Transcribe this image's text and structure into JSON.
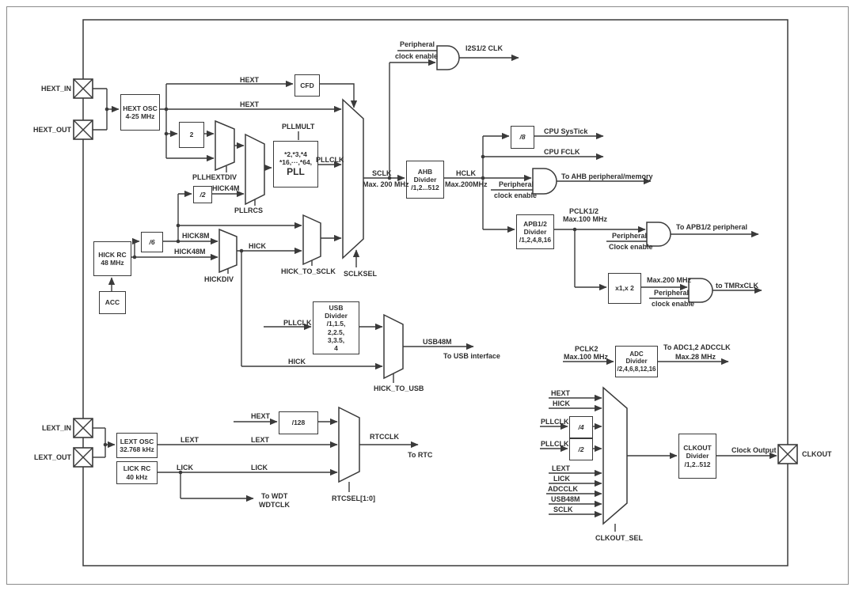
{
  "pads": {
    "hext_in": "HEXT_IN",
    "hext_out": "HEXT_OUT",
    "lext_in": "LEXT_IN",
    "lext_out": "LEXT_OUT",
    "clkout": "CLKOUT"
  },
  "sig": {
    "hext": "HEXT",
    "hick": "HICK",
    "lext": "LEXT",
    "lick": "LICK",
    "pllclk": "PLLCLK",
    "sclk": "SCLK",
    "hclk": "HCLK",
    "hick4m": "HICK4M",
    "hick8m": "HICK8M",
    "hick48m": "HICK48M",
    "usb48m": "USB48M",
    "adcclk": "ADCCLK",
    "rtcclk": "RTCCLK",
    "pclk12": "PCLK1/2",
    "pclk2": "PCLK2"
  },
  "blocks": {
    "hext_osc": {
      "l1": "HEXT OSC",
      "l2": "4-25 MHz"
    },
    "cfd": "CFD",
    "two": "2",
    "div2": "/2",
    "div6": "/6",
    "div8": "/8",
    "div4": "/4",
    "div128": "/128",
    "pll": {
      "l1": "*2,*3,*4",
      "l2": "*16,···,*64,",
      "l3": "PLL"
    },
    "hick_rc": {
      "l1": "HICK RC",
      "l2": "48 MHz"
    },
    "acc": "ACC",
    "ahb_div": {
      "l1": "AHB",
      "l2": "Divider",
      "l3": "/1,2...512"
    },
    "apb_div": {
      "l1": "APB1/2",
      "l2": "Divider",
      "l3": "/1,2,4,8,16"
    },
    "usb_div": {
      "l1": "USB",
      "l2": "Divider",
      "l3": "/1,1.5,",
      "l4": "2,2.5,",
      "l5": "3,3.5,",
      "l6": "4"
    },
    "adc_div": {
      "l1": "ADC",
      "l2": "Divider",
      "l3": "/2,4,6,8,12,16"
    },
    "x1x2": "x1,x 2",
    "clkout_div": {
      "l1": "CLKOUT",
      "l2": "Divider",
      "l3": "/1,2..512"
    },
    "lext_osc": {
      "l1": "LEXT OSC",
      "l2": "32.768 kHz"
    },
    "lick_rc": {
      "l1": "LICK RC",
      "l2": "40 kHz"
    }
  },
  "mux": {
    "pllhextdiv": "PLLHEXTDIV",
    "pllrcs": "PLLRCS",
    "hickdiv": "HICKDIV",
    "hick_to_sclk": "HICK_TO_SCLK",
    "sclksel": "SCLKSEL",
    "hick_to_usb": "HICK_TO_USB",
    "rtcsel": "RTCSEL[1:0]",
    "clkout_sel": "CLKOUT_SEL"
  },
  "lbl": {
    "pllmult": "PLLMULT",
    "peripheral": "Peripheral",
    "clock_enable": "clock enable",
    "clock_enable_c": "Clock enable",
    "i2s": "I2S1/2 CLK",
    "sclk_max": "Max. 200 MHz",
    "hclk_max": "Max.200MHz",
    "cpu_systick": "CPU SysTick",
    "cpu_fclk": "CPU FCLK",
    "to_ahb": "To AHB peripheral/memory",
    "pclk12_max": "Max.100 MHz",
    "to_apb": "To APB1/2 peripheral",
    "tmr_max": "Max.200 MHz",
    "to_tmr": "to TMRxCLK",
    "to_usb": "To USB interface",
    "to_adc": "To ADC1,2 ADCCLK",
    "adc_max": "Max.28 MHz",
    "to_wdt": "To WDT",
    "wdtclk": "WDTCLK",
    "to_rtc": "To RTC",
    "clock_output": "Clock Output"
  }
}
